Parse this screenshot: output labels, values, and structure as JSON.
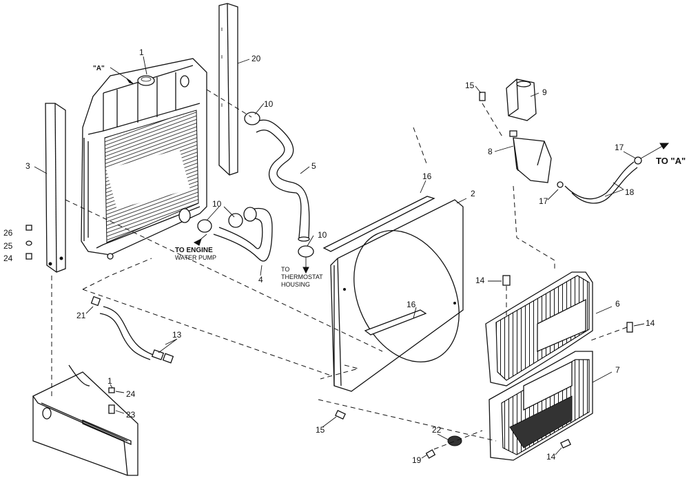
{
  "diagram": {
    "callouts": [
      {
        "id": "c1",
        "text": "1"
      },
      {
        "id": "c2",
        "text": "2"
      },
      {
        "id": "c3",
        "text": "3"
      },
      {
        "id": "c4",
        "text": "4"
      },
      {
        "id": "c5",
        "text": "5"
      },
      {
        "id": "c6",
        "text": "6"
      },
      {
        "id": "c7",
        "text": "7"
      },
      {
        "id": "c8",
        "text": "8"
      },
      {
        "id": "c9",
        "text": "9"
      },
      {
        "id": "c10a",
        "text": "10"
      },
      {
        "id": "c10b",
        "text": "10"
      },
      {
        "id": "c10c",
        "text": "10"
      },
      {
        "id": "c13",
        "text": "13"
      },
      {
        "id": "c14a",
        "text": "14"
      },
      {
        "id": "c14b",
        "text": "14"
      },
      {
        "id": "c14c",
        "text": "14"
      },
      {
        "id": "c15a",
        "text": "15"
      },
      {
        "id": "c15b",
        "text": "15"
      },
      {
        "id": "c16a",
        "text": "16"
      },
      {
        "id": "c16b",
        "text": "16"
      },
      {
        "id": "c17a",
        "text": "17"
      },
      {
        "id": "c17b",
        "text": "17"
      },
      {
        "id": "c18",
        "text": "18"
      },
      {
        "id": "c19",
        "text": "19"
      },
      {
        "id": "c20",
        "text": "20"
      },
      {
        "id": "c21",
        "text": "21"
      },
      {
        "id": "c22",
        "text": "22"
      },
      {
        "id": "c23",
        "text": "23"
      },
      {
        "id": "c24a",
        "text": "24"
      },
      {
        "id": "c24b",
        "text": "24"
      },
      {
        "id": "c25",
        "text": "25"
      },
      {
        "id": "c26",
        "text": "26"
      },
      {
        "id": "c1b",
        "text": "1"
      }
    ],
    "notes": {
      "ref_a": "\"A\"",
      "to_a": "TO \"A\"",
      "to_engine_1": "TO ENGINE",
      "to_engine_2": "WATER PUMP",
      "to_thermo_1": "TO",
      "to_thermo_2": "THERMOSTAT",
      "to_thermo_3": "HOUSING"
    }
  }
}
